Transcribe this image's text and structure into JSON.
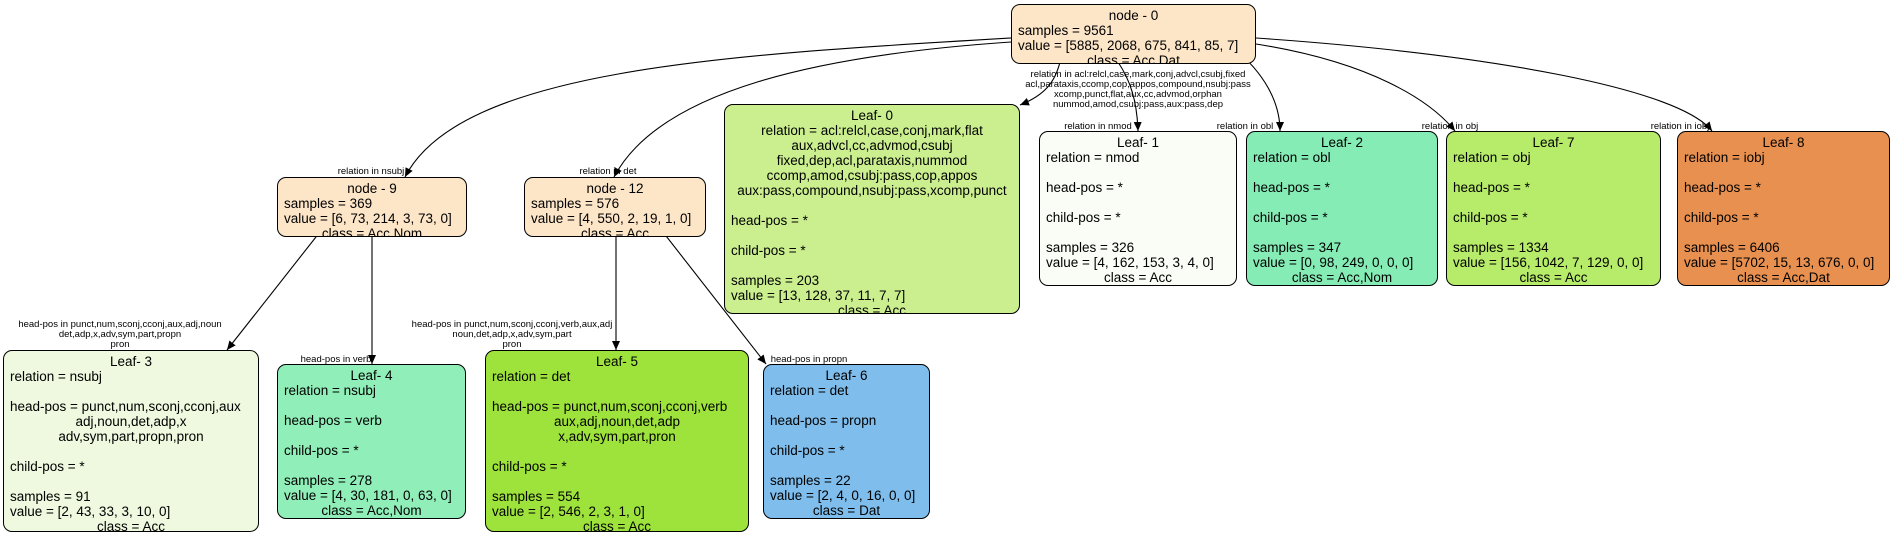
{
  "nodes": {
    "n0": {
      "title": "node - 0",
      "samples": "samples = 9561",
      "value": "value = [5885, 2068, 675, 841, 85, 7]",
      "class": "class = Acc,Dat",
      "color": "#fde6c8"
    },
    "n9": {
      "title": "node - 9",
      "samples": "samples = 369",
      "value": "value = [6, 73, 214, 3, 73, 0]",
      "class": "class = Acc,Nom",
      "color": "#fde6c8"
    },
    "n12": {
      "title": "node - 12",
      "samples": "samples = 576",
      "value": "value = [4, 550, 2, 19, 1, 0]",
      "class": "class = Acc",
      "color": "#fde6c8"
    },
    "leaf0": {
      "title": "Leaf- 0",
      "rel": [
        "relation = acl:relcl,case,conj,mark,flat",
        "aux,advcl,cc,advmod,csubj",
        "fixed,dep,acl,parataxis,nummod",
        "ccomp,amod,csubj:pass,cop,appos",
        "aux:pass,compound,nsubj:pass,xcomp,punct"
      ],
      "head": "head-pos = *",
      "child": "child-pos = *",
      "samples": "samples = 203",
      "value": "value = [13, 128, 37, 11, 7, 7]",
      "class": "class = Acc",
      "color": "#cbef8f"
    },
    "leaf1": {
      "title": "Leaf- 1",
      "rel": [
        "relation = nmod"
      ],
      "head": "head-pos = *",
      "child": "child-pos = *",
      "samples": "samples = 326",
      "value": "value = [4, 162, 153, 3, 4, 0]",
      "class": "class = Acc",
      "color": "#fafdf5"
    },
    "leaf2": {
      "title": "Leaf- 2",
      "rel": [
        "relation = obl"
      ],
      "head": "head-pos = *",
      "child": "child-pos = *",
      "samples": "samples = 347",
      "value": "value = [0, 98, 249, 0, 0, 0]",
      "class": "class = Acc,Nom",
      "color": "#85ecb5"
    },
    "leaf7": {
      "title": "Leaf- 7",
      "rel": [
        "relation = obj"
      ],
      "head": "head-pos = *",
      "child": "child-pos = *",
      "samples": "samples = 1334",
      "value": "value = [156, 1042, 7, 129, 0, 0]",
      "class": "class = Acc",
      "color": "#b7eb6a"
    },
    "leaf8": {
      "title": "Leaf- 8",
      "rel": [
        "relation = iobj"
      ],
      "head": "head-pos = *",
      "child": "child-pos = *",
      "samples": "samples = 6406",
      "value": "value = [5702, 15, 13, 676, 0, 0]",
      "class": "class = Acc,Dat",
      "color": "#e89050"
    },
    "leaf3": {
      "title": "Leaf- 3",
      "rel": [
        "relation = nsubj"
      ],
      "head": [
        "head-pos = punct,num,sconj,cconj,aux",
        "adj,noun,det,adp,x",
        "adv,sym,part,propn,pron"
      ],
      "child": "child-pos = *",
      "samples": "samples = 91",
      "value": "value = [2, 43, 33, 3, 10, 0]",
      "class": "class = Acc",
      "color": "#eef9df"
    },
    "leaf4": {
      "title": "Leaf- 4",
      "rel": [
        "relation = nsubj"
      ],
      "head": [
        "head-pos = verb"
      ],
      "child": "child-pos = *",
      "samples": "samples = 278",
      "value": "value = [4, 30, 181, 0, 63, 0]",
      "class": "class = Acc,Nom",
      "color": "#90eeb8"
    },
    "leaf5": {
      "title": "Leaf- 5",
      "rel": [
        "relation = det"
      ],
      "head": [
        "head-pos = punct,num,sconj,cconj,verb",
        "aux,adj,noun,det,adp",
        "x,adv,sym,part,pron"
      ],
      "child": "child-pos = *",
      "samples": "samples = 554",
      "value": "value = [2, 546, 2, 3, 1, 0]",
      "class": "class = Acc",
      "color": "#9ee33c"
    },
    "leaf6": {
      "title": "Leaf- 6",
      "rel": [
        "relation = det"
      ],
      "head": [
        "head-pos = propn"
      ],
      "child": "child-pos = *",
      "samples": "samples = 22",
      "value": "value = [2, 4, 0, 16, 0, 0]",
      "class": "class = Dat",
      "color": "#7fbdec"
    }
  },
  "edge_labels": {
    "to_n9": "relation in nsubj",
    "to_n12": "relation in det",
    "to_leaf0": [
      "relation in acl:relcl,case,mark,conj,advcl,csubj,fixed",
      "acl,parataxis,ccomp,cop,appos,compound,nsubj:pass",
      "xcomp,punct,flat,aux,cc,advmod,orphan",
      "nummod,amod,csubj:pass,aux:pass,dep"
    ],
    "to_leaf1": "relation in nmod",
    "to_leaf2": "relation in obl",
    "to_leaf7": "relation in obj",
    "to_leaf8": "relation in iobj",
    "to_leaf3": [
      "head-pos in punct,num,sconj,cconj,aux,adj,noun",
      "det,adp,x,adv,sym,part,propn",
      "pron"
    ],
    "to_leaf4": "head-pos in verb",
    "to_leaf5": [
      "head-pos in punct,num,sconj,cconj,verb,aux,adj",
      "noun,det,adp,x,adv,sym,part",
      "pron"
    ],
    "to_leaf6": "head-pos in propn"
  },
  "colors": {
    "edge": "#000000"
  }
}
